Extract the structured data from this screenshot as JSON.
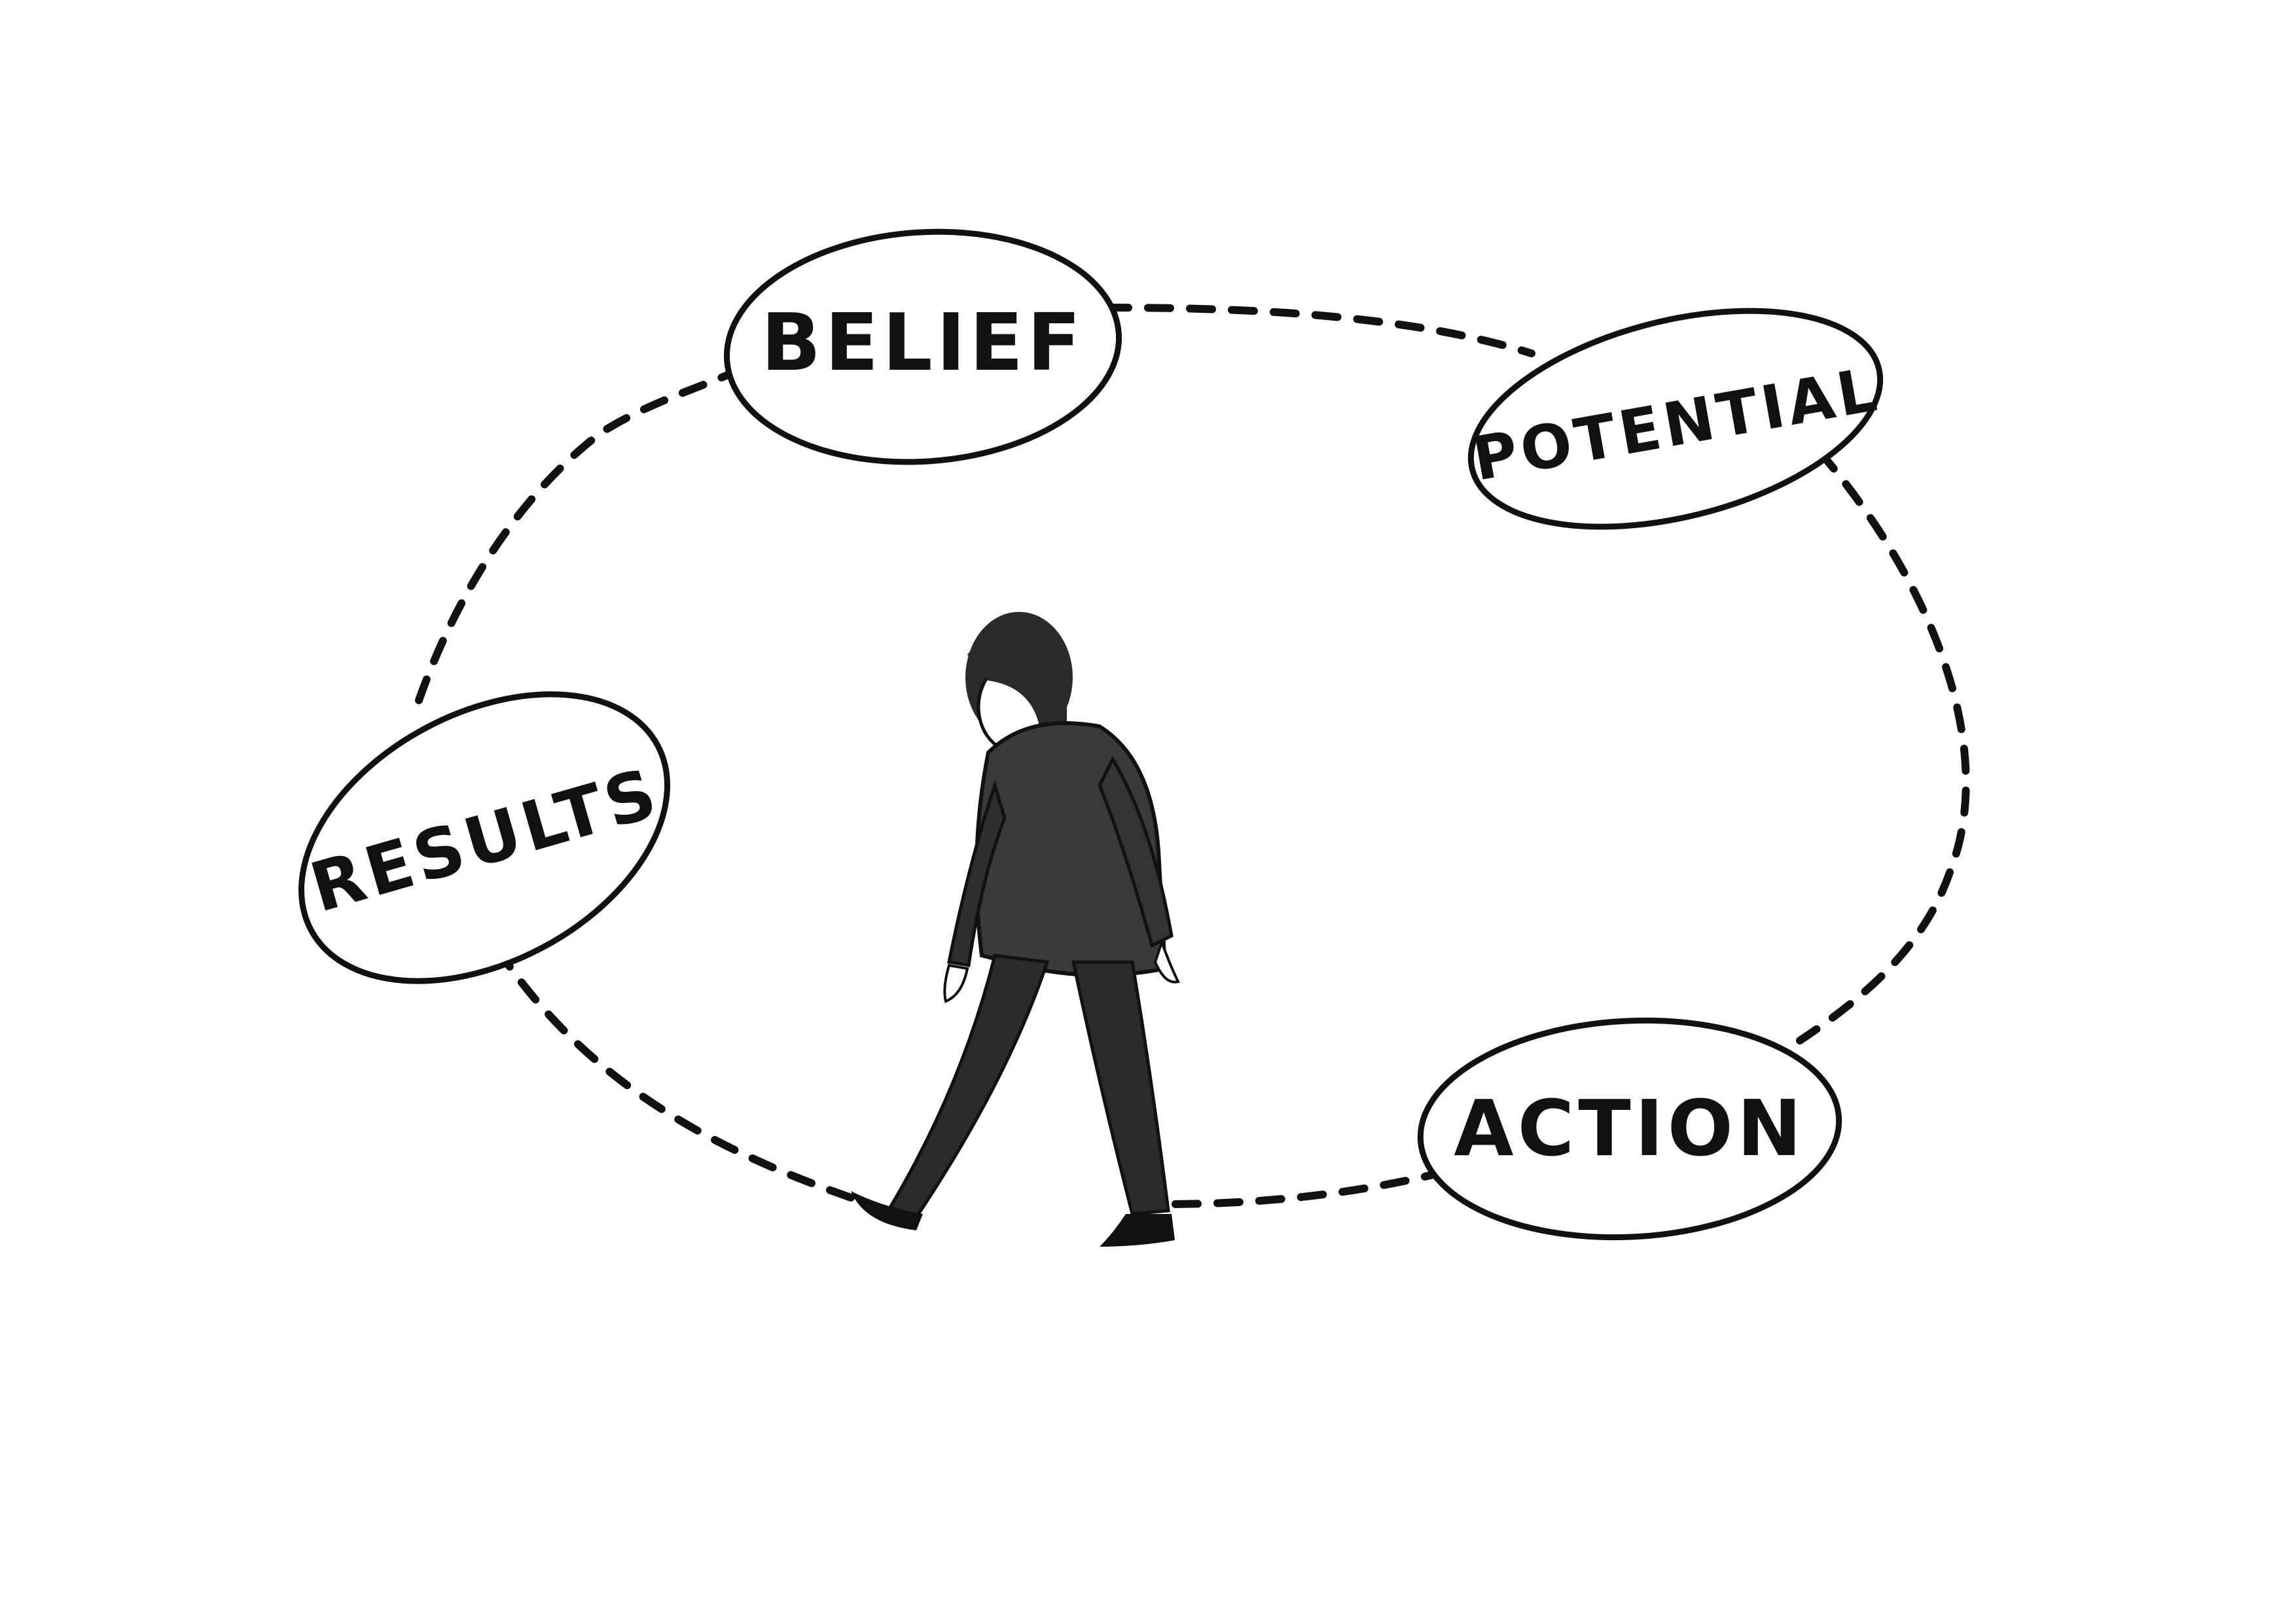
{
  "diagram": {
    "nodes": [
      {
        "id": "belief",
        "label": "BELIEF"
      },
      {
        "id": "potential",
        "label": "POTENTIAL"
      },
      {
        "id": "action",
        "label": "ACTION"
      },
      {
        "id": "results",
        "label": "RESULTS"
      }
    ],
    "edges": [
      {
        "from": "belief",
        "to": "potential"
      },
      {
        "from": "potential",
        "to": "action"
      },
      {
        "from": "action",
        "to": "results"
      },
      {
        "from": "results",
        "to": "belief"
      }
    ],
    "edge_style": "dashed",
    "illustration": "person-walking-figure",
    "colors": {
      "ink": "#111111",
      "background": "#ffffff",
      "figure": "#3a3a3a"
    }
  }
}
